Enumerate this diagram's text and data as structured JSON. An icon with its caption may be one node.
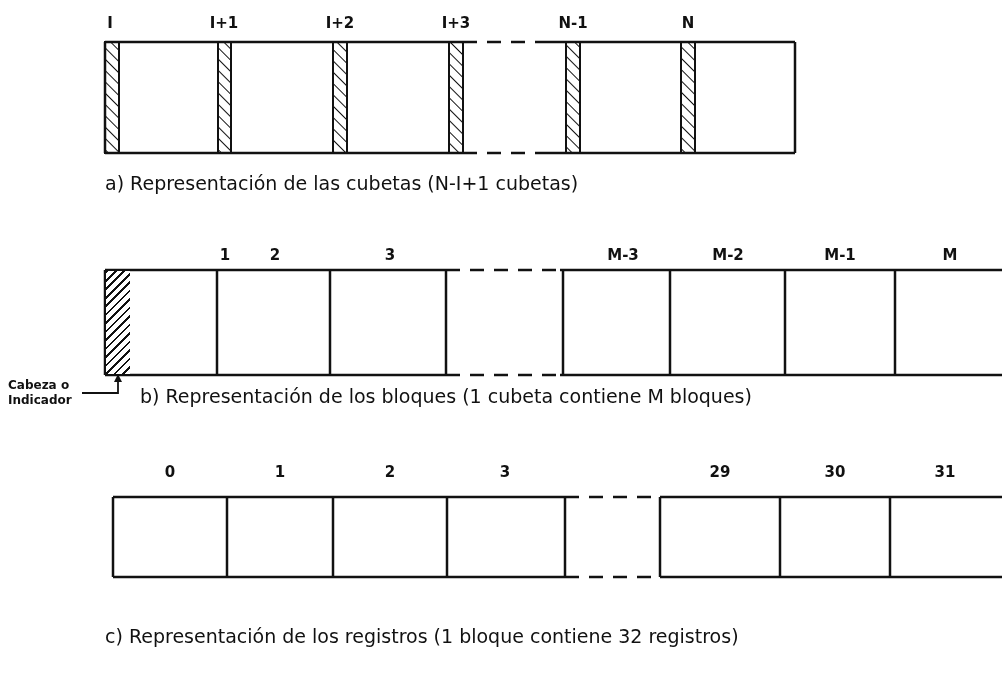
{
  "diagram": {
    "nodes": [
      {
        "text": [
          "Cabeza o Indicador"
        ]
      },
      {
        "text": [],
        "shape": "box"
      }
    ],
    "edges": [
      {
        "from": 0,
        "to": 1,
        "arrow": "to"
      }
    ],
    "labels": [
      "I",
      "I+1",
      "I+2",
      "I+3",
      "N-1",
      "N",
      "a) Representación de las cubetas (N-I+1 cubetas)",
      "1",
      "2",
      "3",
      "M-3",
      "M-2",
      "M-1",
      "M",
      "b) Representación de los bloques (1 cubeta contiene M bloques)",
      "0",
      "1",
      "2",
      "3",
      "29",
      "30",
      "31",
      "c) Representación de los registros (1 bloque contiene 32 registros)"
    ]
  }
}
